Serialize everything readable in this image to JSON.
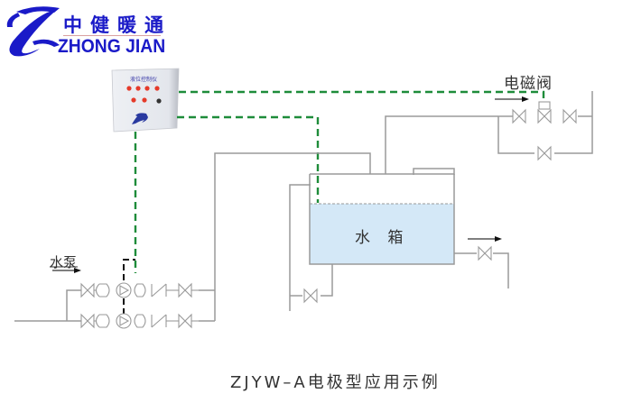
{
  "logo": {
    "chinese_name": "中健暖通",
    "english_name": "ZHONG JIAN",
    "brand_color": "#1a1ac8"
  },
  "diagram": {
    "caption": "ZJYW–A电极型应用示例",
    "labels": {
      "solenoid_valve": "电磁阀",
      "water_pump": "水泵",
      "water_tank": "水 箱"
    },
    "control_box": {
      "panel_label": "液位控制仪",
      "indicator_lights_red": 6,
      "indicator_lights_dark": 1
    },
    "colors": {
      "pipe": "#9a9a9a",
      "signal_line": "#1e8c3a",
      "pump_signal_line": "#111111",
      "water_fill": "#d4e8f7",
      "indicator_red": "#e53a2a",
      "text": "#333333"
    }
  }
}
